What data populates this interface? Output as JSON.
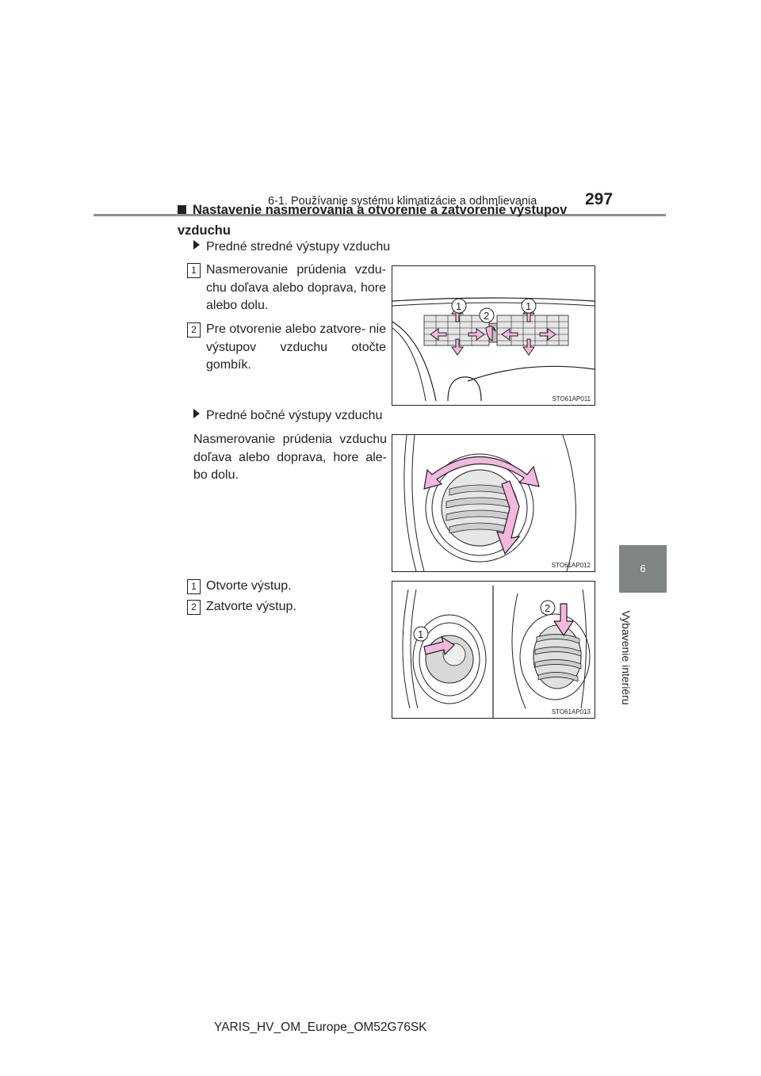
{
  "header": {
    "title": "6-1. Používanie systému klimatizácie a odhmlievania",
    "page_number": "297"
  },
  "side_tab": {
    "chapter_number": "6",
    "chapter_label": "Vybavenie interiéru"
  },
  "section": {
    "heading": "Nastavenie nasmerovania a otvorenie a zatvorenie výstupov vzduchu"
  },
  "front_center": {
    "subheading": "Predné stredné výstupy vzduchu",
    "steps": [
      {
        "num": "1",
        "text": "Nasmerovanie prúdenia vzdu- chu doľava alebo doprava, hore alebo dolu."
      },
      {
        "num": "2",
        "text": "Pre otvorenie alebo zatvore- nie výstupov vzduchu otočte gombík."
      }
    ],
    "figure": {
      "code": "STO61AP011",
      "callouts": [
        "1",
        "2",
        "1"
      ]
    }
  },
  "front_side": {
    "subheading": "Predné bočné výstupy vzduchu",
    "text": "Nasmerovanie prúdenia vzduchu doľava alebo doprava, hore ale- bo dolu.",
    "figure": {
      "code": "STO61AP012"
    }
  },
  "open_close": {
    "steps": [
      {
        "num": "1",
        "text": "Otvorte výstup."
      },
      {
        "num": "2",
        "text": "Zatvorte výstup."
      }
    ],
    "figure": {
      "code": "STO61AP013",
      "callouts": [
        "1",
        "2"
      ]
    }
  },
  "colors": {
    "arrow_fill": "#f2b8de",
    "arrow_stroke": "#231f20",
    "tab": "#7f8485",
    "rule": "#8a9393"
  },
  "footer": {
    "doc_id": "YARIS_HV_OM_Europe_OM52G76SK"
  }
}
